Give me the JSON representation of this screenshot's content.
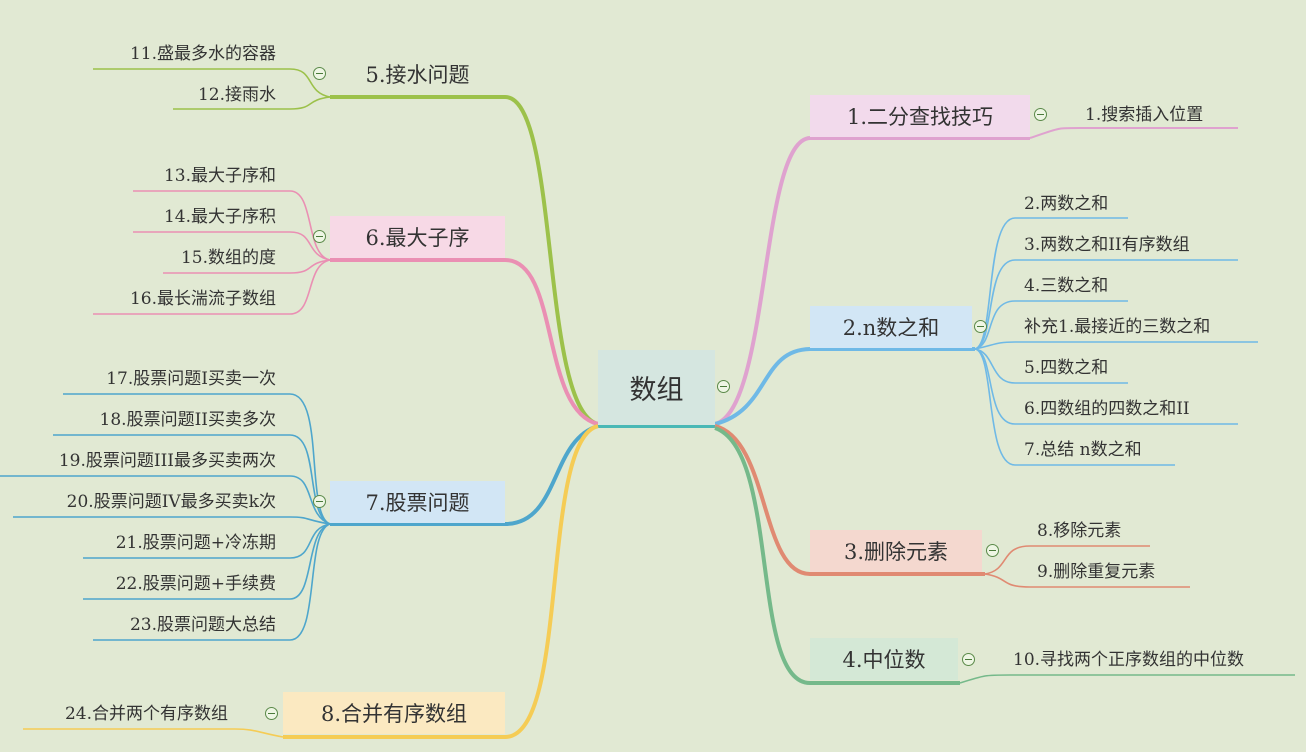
{
  "root": "数组",
  "branches": {
    "b1": {
      "label": "1.二分查找技巧",
      "leaves": [
        "1.搜索插入位置"
      ]
    },
    "b2": {
      "label": "2.n数之和",
      "leaves": [
        "2.两数之和",
        "3.两数之和II有序数组",
        "4.三数之和",
        "补充1.最接近的三数之和",
        "5.四数之和",
        "6.四数组的四数之和II",
        "7.总结 n数之和"
      ]
    },
    "b3": {
      "label": "3.删除元素",
      "leaves": [
        "8.移除元素",
        "9.删除重复元素"
      ]
    },
    "b4": {
      "label": "4.中位数",
      "leaves": [
        "10.寻找两个正序数组的中位数"
      ]
    },
    "b5": {
      "label": "5.接水问题",
      "leaves": [
        "11.盛最多水的容器",
        "12.接雨水"
      ]
    },
    "b6": {
      "label": "6.最大子序",
      "leaves": [
        "13.最大子序和",
        "14.最大子序积",
        "15.数组的度",
        "16.最长湍流子数组"
      ]
    },
    "b7": {
      "label": "7.股票问题",
      "leaves": [
        "17.股票问题I买卖一次",
        "18.股票问题II买卖多次",
        "19.股票问题III最多买卖两次",
        "20.股票问题IV最多买卖k次",
        "21.股票问题+冷冻期",
        "22.股票问题+手续费",
        "23.股票问题大总结"
      ]
    },
    "b8": {
      "label": "8.合并有序数组",
      "leaves": [
        "24.合并两个有序数组"
      ]
    }
  },
  "colors": {
    "b1": "#dfa2cf",
    "b1_fill": "#f2daec",
    "b2": "#6fb9e6",
    "b2_fill": "#d2e6f5",
    "b3": "#e08a72",
    "b3_fill": "#f4d8cf",
    "b4": "#75b98a",
    "b4_fill": "#d4e8d6",
    "b5": "#9cc14a",
    "b5_fill": "#e1e9d3",
    "b6": "#ea8fb3",
    "b6_fill": "#f7d9e6",
    "b7": "#4ea6cc",
    "b7_fill": "#d2e6f5",
    "b8": "#f5cc55",
    "b8_fill": "#fbe9c1",
    "root": "#4ab8b6"
  }
}
